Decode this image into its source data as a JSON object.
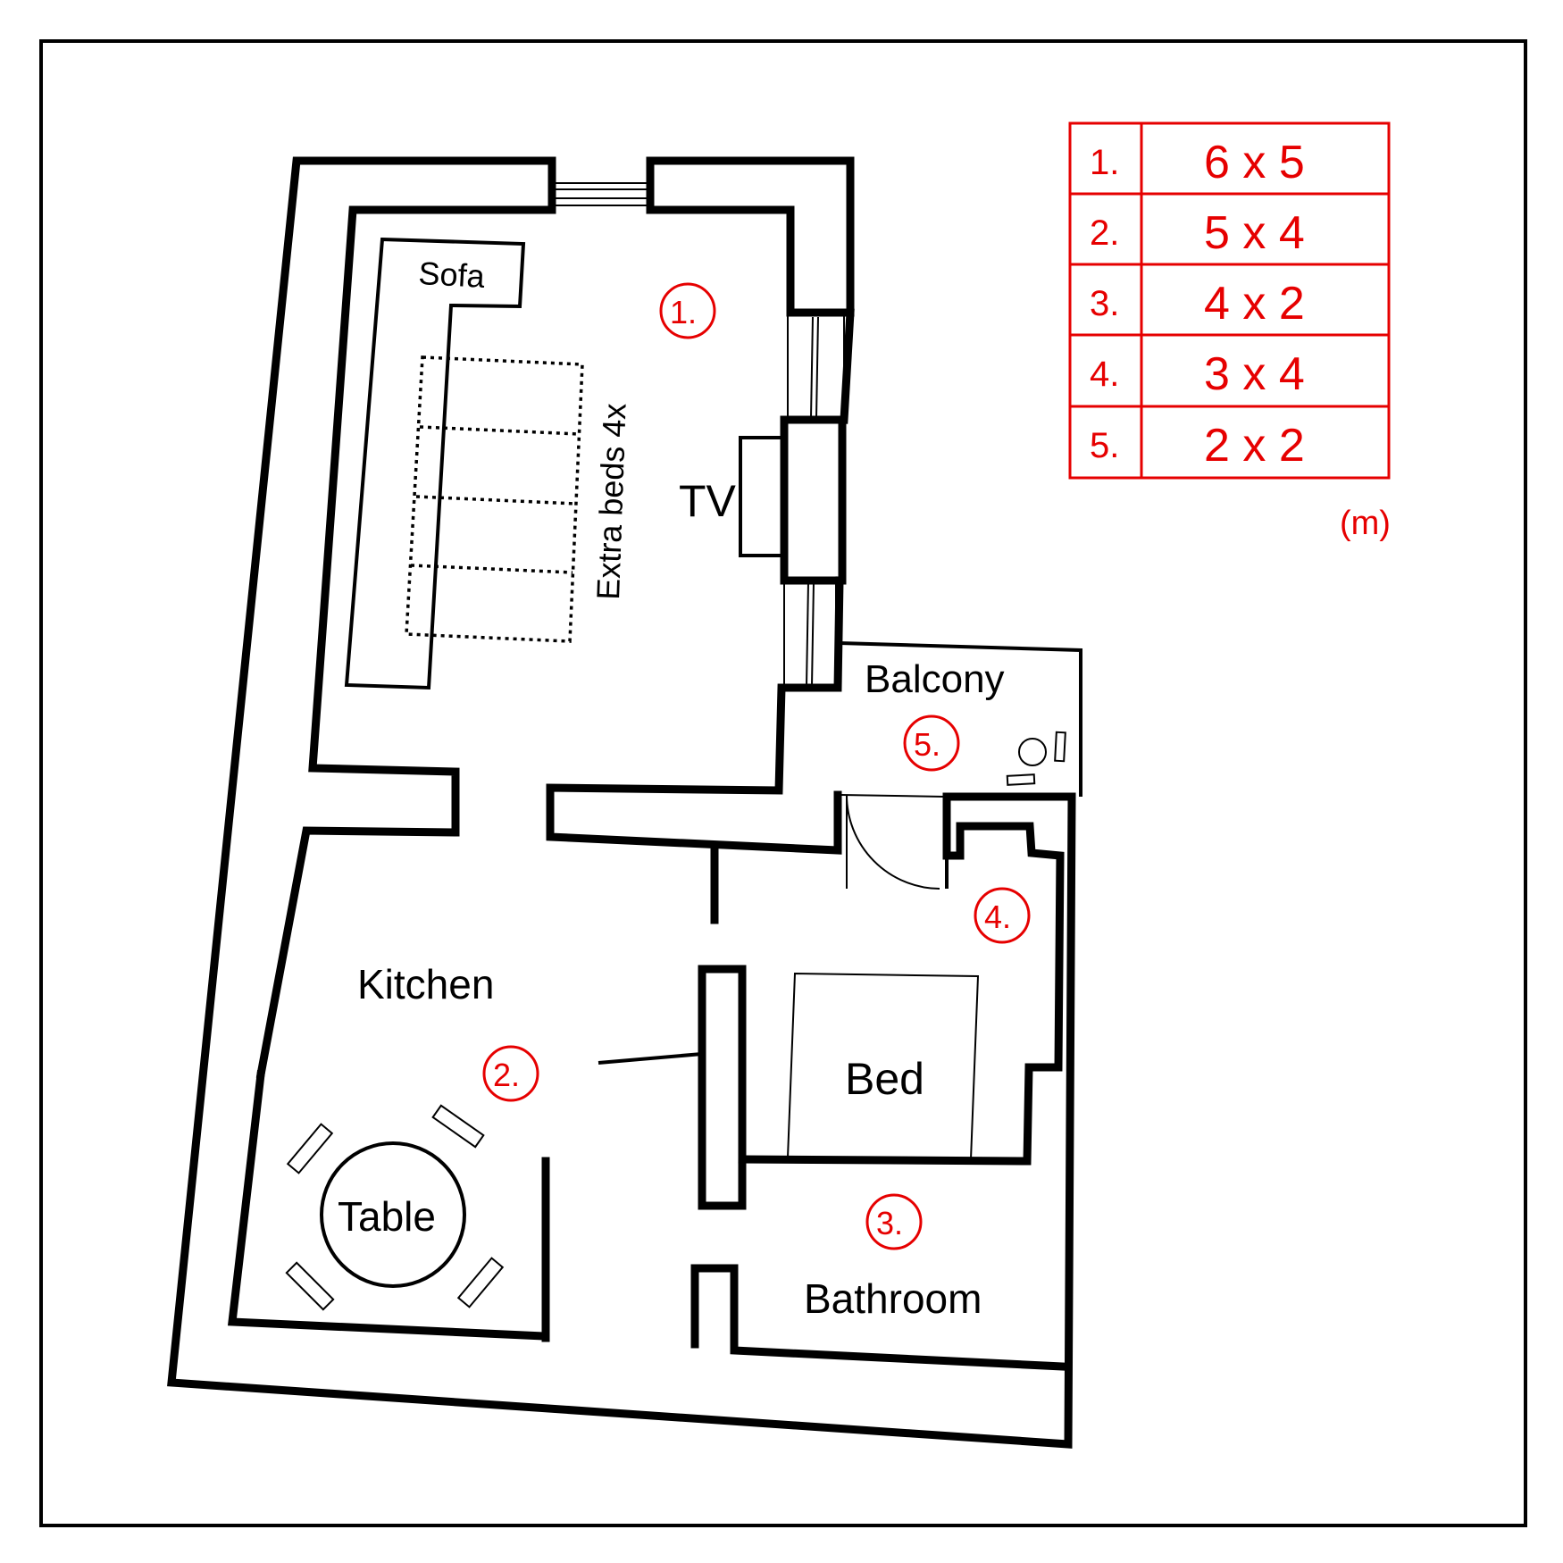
{
  "rooms": {
    "sofa": "Sofa",
    "extra_beds": "Extra beds 4x",
    "tv": "TV",
    "balcony": "Balcony",
    "kitchen": "Kitchen",
    "bed": "Bed",
    "table": "Table",
    "bathroom": "Bathroom"
  },
  "markers": [
    "1.",
    "2.",
    "3.",
    "4.",
    "5."
  ],
  "legend": {
    "rows": [
      {
        "num": "1.",
        "size": "6 x 5"
      },
      {
        "num": "2.",
        "size": "5 x 4"
      },
      {
        "num": "3.",
        "size": "4 x 2"
      },
      {
        "num": "4.",
        "size": "3 x 4"
      },
      {
        "num": "5.",
        "size": "2 x 2"
      }
    ],
    "unit": "(m)"
  },
  "colors": {
    "accent": "#e60000",
    "line": "#000000"
  }
}
